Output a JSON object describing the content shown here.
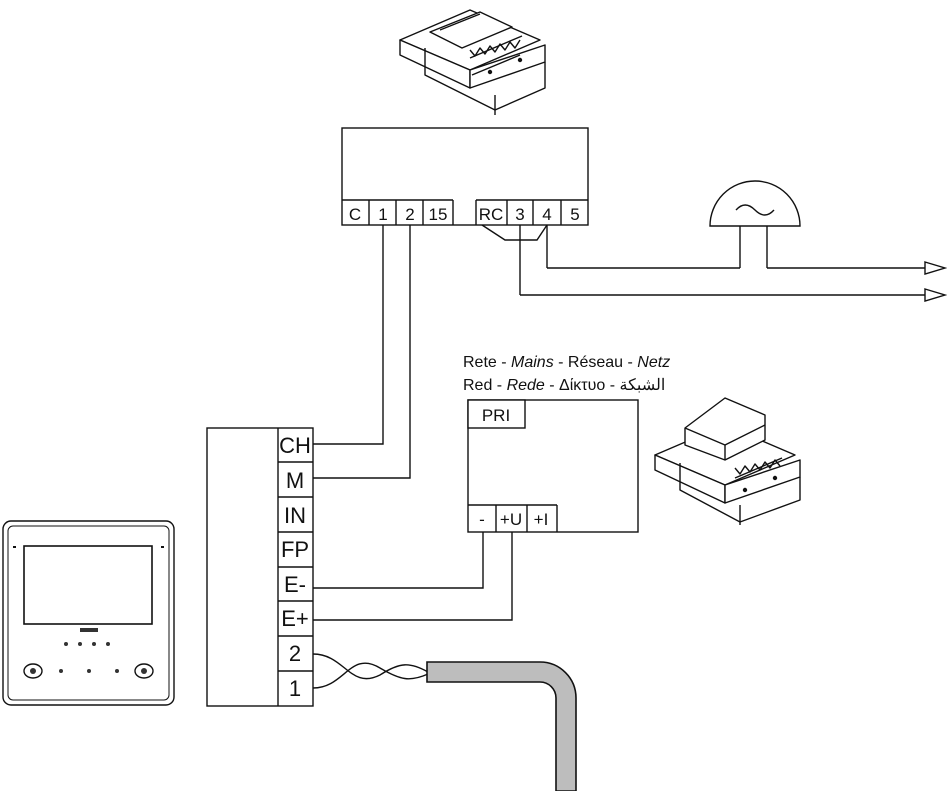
{
  "top_module": {
    "left_terminals": [
      "C",
      "1",
      "2",
      "15"
    ],
    "right_terminals": [
      "RC",
      "3",
      "4",
      "5"
    ]
  },
  "power_supply": {
    "mains_caption_line1": [
      {
        "text": "Rete",
        "italic": false
      },
      {
        "text": " - ",
        "italic": false
      },
      {
        "text": "Mains",
        "italic": true
      },
      {
        "text": " - ",
        "italic": false
      },
      {
        "text": "Réseau",
        "italic": false
      },
      {
        "text": " - ",
        "italic": false
      },
      {
        "text": "Netz",
        "italic": true
      }
    ],
    "mains_caption_line2": [
      {
        "text": "Red",
        "italic": false
      },
      {
        "text": " - ",
        "italic": false
      },
      {
        "text": "Rede",
        "italic": true
      },
      {
        "text": " - ",
        "italic": false
      },
      {
        "text": "Δίκτυο",
        "italic": false
      },
      {
        "text": " - ",
        "italic": false
      },
      {
        "text": "الشبكة",
        "italic": false
      }
    ],
    "primary_label": "PRI",
    "output_terminals": [
      "-",
      "+U",
      "+I"
    ]
  },
  "monitor_terminals": [
    "CH",
    "M",
    "IN",
    "FP",
    "E-",
    "E+",
    "2",
    "1"
  ],
  "icons": {
    "bell": "bell-icon",
    "top_module": "din-rail-module-icon",
    "power_supply_module": "din-rail-power-supply-icon",
    "monitor": "video-monitor-icon",
    "cable": "twisted-pair-cable-icon",
    "arrow": "arrow-icon"
  },
  "colors": {
    "line": "#111111",
    "cable_fill": "#bdbdbd"
  }
}
